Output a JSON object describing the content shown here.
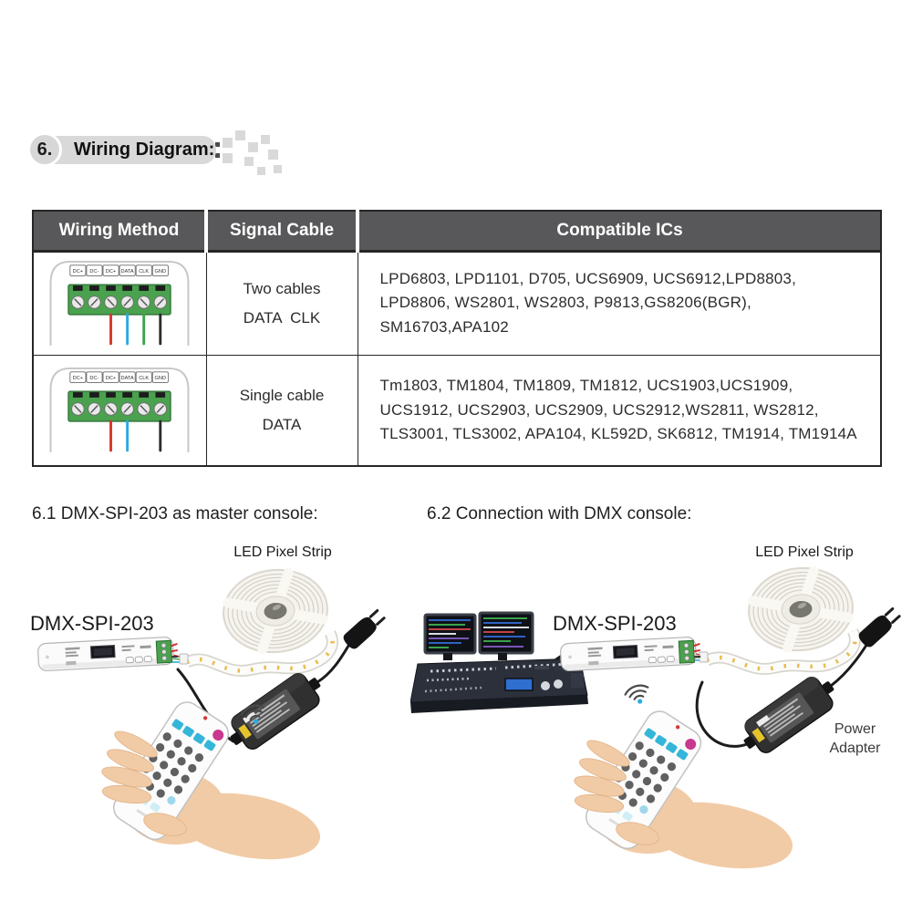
{
  "heading": {
    "number": "6.",
    "title": "Wiring Diagram:"
  },
  "table": {
    "headers": [
      "Wiring Method",
      "Signal Cable",
      "Compatible ICs"
    ],
    "terminal_labels": [
      "DC+",
      "DC-",
      "DC+",
      "DATA",
      "CLK",
      "GND"
    ],
    "rows": [
      {
        "signal_cable": [
          "Two cables",
          "DATA  CLK"
        ],
        "compatible_ics": "LPD6803, LPD1101, D705, UCS6909, UCS6912,LPD8803, LPD8806, WS2801, WS2803, P9813,GS8206(BGR), SM16703,APA102",
        "wire_colors": [
          "#d8352c",
          "#2aabe4",
          "#3fa44c",
          "#2e2e2e"
        ]
      },
      {
        "signal_cable": [
          "Single cable",
          "DATA"
        ],
        "compatible_ics": "Tm1803, TM1804, TM1809, TM1812, UCS1903,UCS1909, UCS1912, UCS2903, UCS2909, UCS2912,WS2811, WS2812, TLS3001, TLS3002, APA104, KL592D, SK6812, TM1914, TM1914A",
        "wire_colors": [
          "#d8352c",
          "#2aabe4",
          "#2e2e2e"
        ]
      }
    ]
  },
  "sections": [
    {
      "title": "6.1 DMX-SPI-203 as master console:"
    },
    {
      "title": "6.2 Connection with DMX console:"
    }
  ],
  "diagram_labels": {
    "led_pixel_strip": "LED Pixel Strip",
    "controller": "DMX-SPI-203",
    "power_adapter": "Power\nAdapter"
  },
  "colors": {
    "table_header_bg": "#58585a",
    "heading_pill_bg": "#d9d9d9",
    "terminal_block_green": "#4aa14e",
    "wifi_dot_blue": "#29abe2",
    "remote_cyan": "#35b6d9",
    "remote_magenta": "#c8388e",
    "led_chip_yellow": "#e8b63a"
  }
}
